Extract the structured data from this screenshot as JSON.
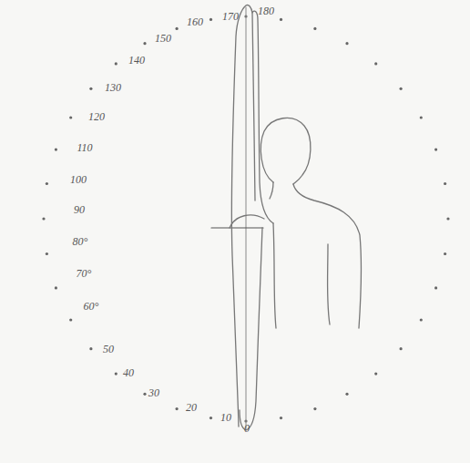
{
  "diagram": {
    "labels": [
      "180",
      "170",
      "160",
      "150",
      "140",
      "130",
      "120",
      "110",
      "100",
      "90",
      "80°",
      "70°",
      "60°",
      "50",
      "40",
      "30",
      "20",
      "10",
      "0"
    ]
  }
}
